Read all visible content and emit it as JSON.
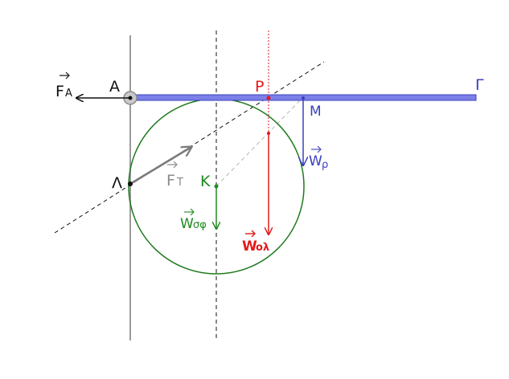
{
  "labels": {
    "F_A": "F",
    "F_A_sub": "A",
    "A": "A",
    "P": "P",
    "Gamma": "Γ",
    "M": "M",
    "Lambda": "Λ",
    "F_T": "F",
    "F_T_sub": "T",
    "K": "K",
    "W_r": "W",
    "W_r_sub": "ρ",
    "W_sph": "W",
    "W_sph_sub": "σφ",
    "W_ol": "W",
    "W_ol_sub": "ολ"
  },
  "colors": {
    "wall": "#9a9a9a",
    "rod_fill": "#7b7fe8",
    "rod_stroke": "#3a3fbf",
    "circle": "#1f7a1f",
    "sphere_weight": "#1f8a1f",
    "rod_weight": "#3a3fbf",
    "total_weight": "#e31a1a",
    "tension": "#7a7a7a",
    "reaction": "#111111",
    "hinge": "#9a9a9a"
  }
}
